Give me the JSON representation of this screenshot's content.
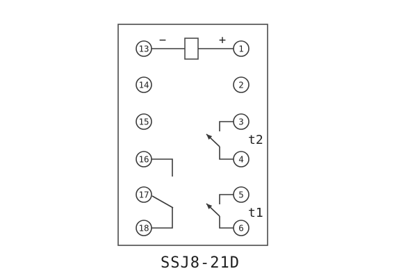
{
  "title": "SSJ8-21D",
  "diagram": {
    "polarity_minus": "−",
    "polarity_plus": "+",
    "timer_t2": "t2",
    "timer_t1": "t1",
    "terminals": {
      "left": [
        "13",
        "14",
        "15",
        "16",
        "17",
        "18"
      ],
      "right": [
        "1",
        "2",
        "3",
        "4",
        "5",
        "6"
      ]
    }
  }
}
